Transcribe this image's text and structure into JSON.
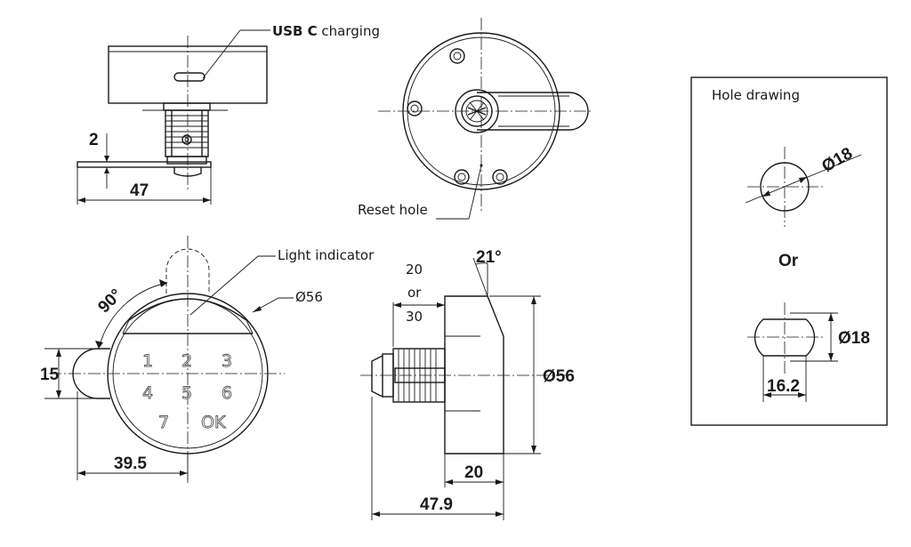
{
  "usb_label_bold": "USB C",
  "usb_label_rest": " charging",
  "reset_hole_label": "Reset hole",
  "light_indicator_label": "Light indicator",
  "hole_drawing_title": "Hole drawing",
  "or_label": "Or",
  "dims": {
    "height_2": "2",
    "width_47": "47",
    "angle_90": "90°",
    "dia_56_small": "Ø56",
    "offset_15": "15",
    "width_39_5": "39.5",
    "thread_20": "20",
    "thread_or": "or",
    "thread_30": "30",
    "angle_21": "21°",
    "dia_56": "Ø56",
    "body_20": "20",
    "total_47_9": "47.9",
    "hole_dia_18_a": "Ø18",
    "hole_dia_18_b": "Ø18",
    "flat_16_2": "16.2"
  },
  "keypad": [
    "1",
    "2",
    "3",
    "4",
    "5",
    "6",
    "7",
    "OK"
  ]
}
